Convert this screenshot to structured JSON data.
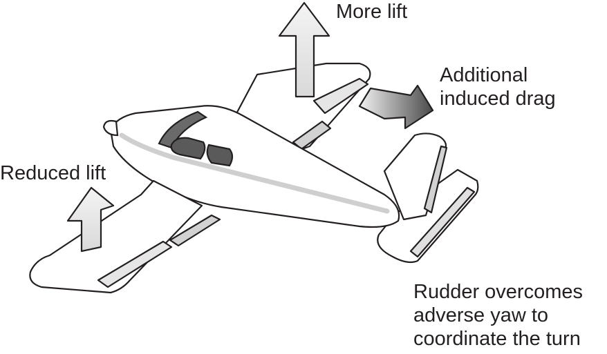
{
  "labels": {
    "more_lift": "More lift",
    "additional_drag_line1": "Additional",
    "additional_drag_line2": "induced drag",
    "reduced_lift": "Reduced lift",
    "rudder_line1": "Rudder overcomes",
    "rudder_line2": "adverse yaw to",
    "rudder_line3": "coordinate the turn"
  },
  "colors": {
    "outline": "#231f20",
    "arrow_fill": "#e9e9e9",
    "control_surface": "#d2d2d2",
    "window": "#5e5e5e",
    "stripe": "#cfcfcf"
  }
}
